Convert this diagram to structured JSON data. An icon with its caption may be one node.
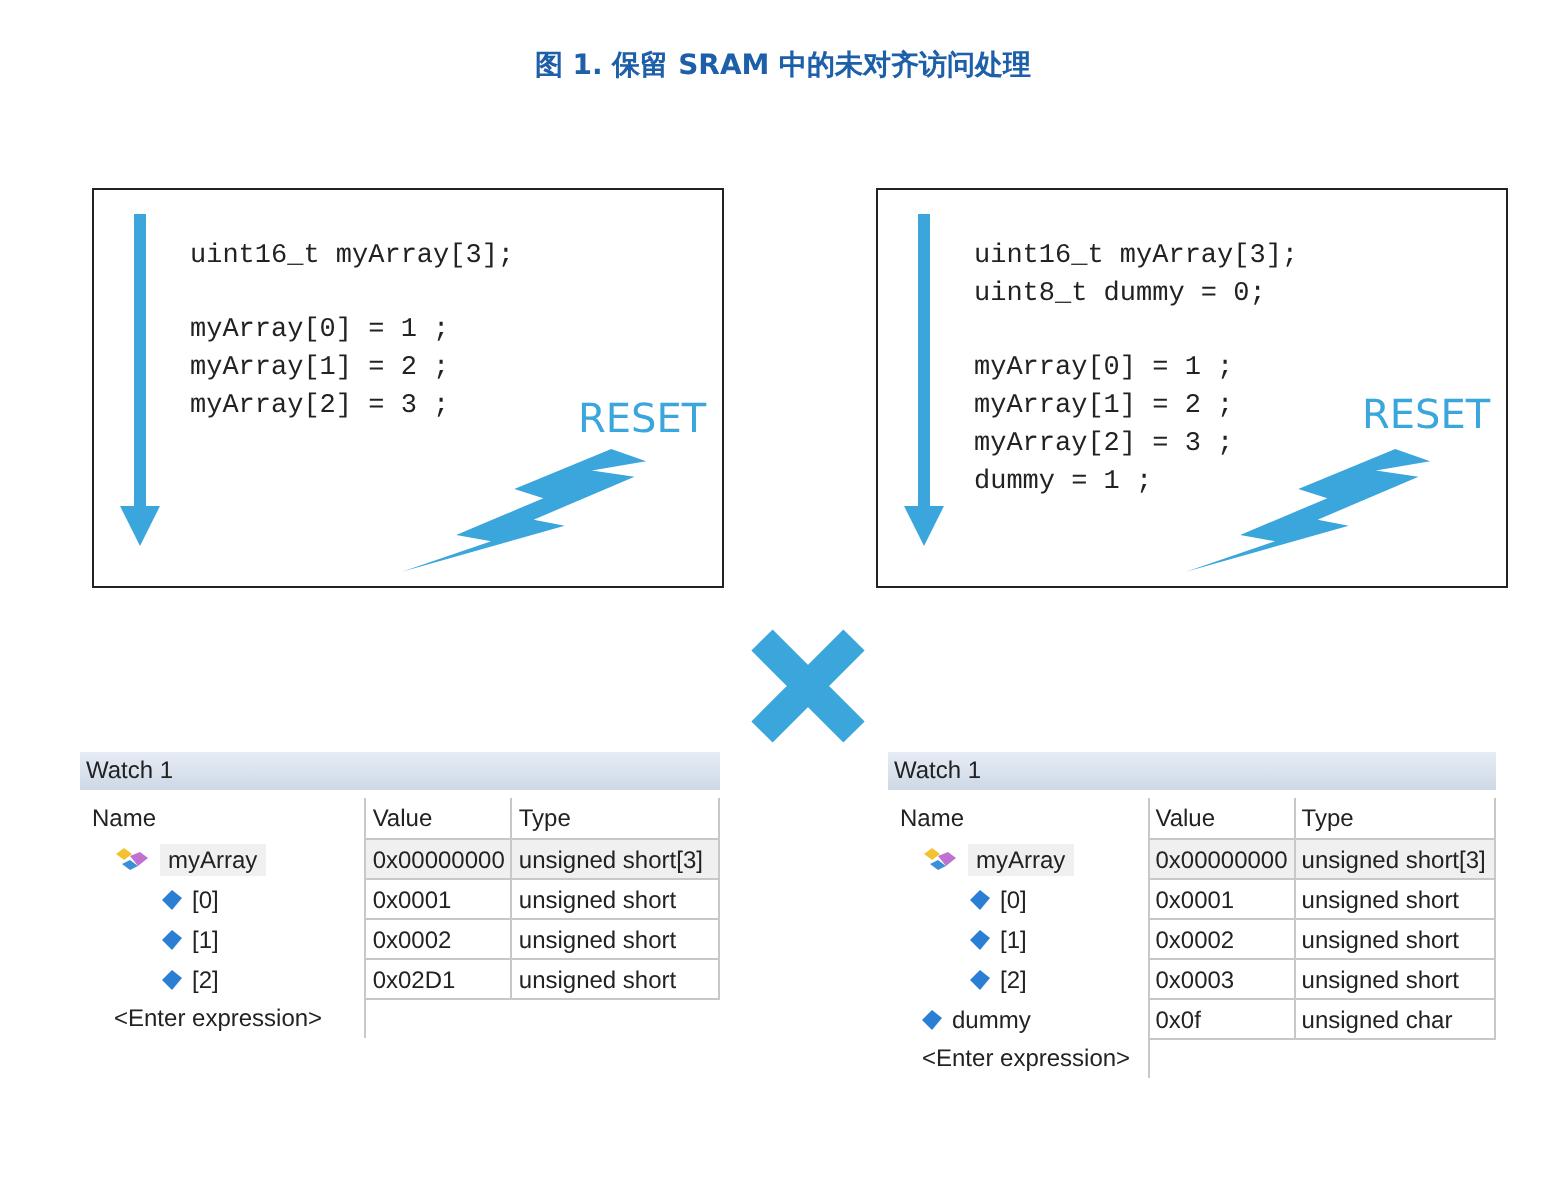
{
  "diagram": {
    "title": "图 1. 保留 SRAM 中的未对齐访问处理",
    "nodes": [
      {
        "text": [
          "uint16_t myArray[3];",
          "myArray[0] = 1 ;",
          "myArray[1] = 2 ;",
          "myArray[2] = 3 ;",
          "RESET"
        ]
      },
      {
        "text": [
          "uint16_t myArray[3];",
          "uint8_t dummy = 0;",
          "myArray[0] = 1 ;",
          "myArray[1] = 2 ;",
          "myArray[2] = 3 ;",
          "dummy = 1 ;",
          "RESET"
        ]
      },
      {
        "text": [
          "Watch 1",
          "Name",
          "Value",
          "Type",
          "myArray",
          "0x00000000",
          "unsigned short[3]",
          "[0]",
          "0x0001",
          "unsigned short",
          "[1]",
          "0x0002",
          "unsigned short",
          "[2]",
          "0x02D1",
          "unsigned short",
          "<Enter expression>"
        ]
      },
      {
        "text": [
          "Watch 1",
          "Name",
          "Value",
          "Type",
          "myArray",
          "0x00000000",
          "unsigned short[3]",
          "[0]",
          "0x0001",
          "unsigned short",
          "[1]",
          "0x0002",
          "unsigned short",
          "[2]",
          "0x0003",
          "unsigned short",
          "dummy",
          "0x0f",
          "unsigned char",
          "<Enter expression>"
        ]
      }
    ],
    "edges": []
  }
}
